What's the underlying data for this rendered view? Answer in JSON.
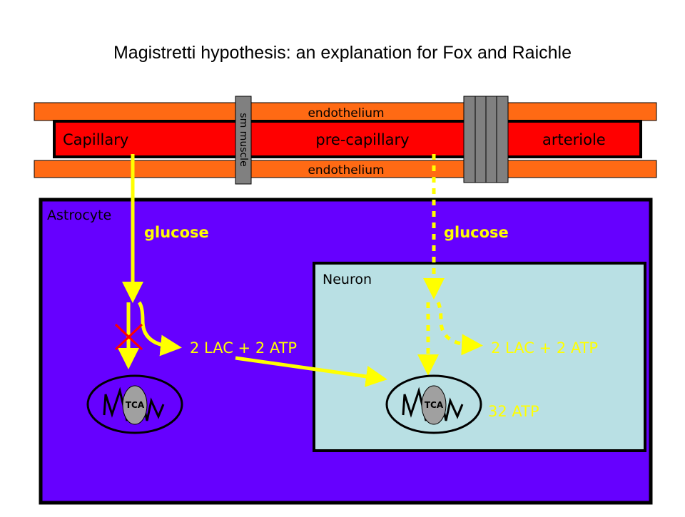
{
  "title": "Magistretti hypothesis: an explanation  for Fox and Raichle",
  "vessel": {
    "endothelium_top": "endothelium",
    "endothelium_bottom": "endothelium",
    "capillary": "Capillary",
    "pre_capillary": "pre-capillary",
    "arteriole": "arteriole",
    "sm_muscle": "sm muscle"
  },
  "astrocyte": {
    "label": "Astrocyte",
    "glucose": "glucose",
    "lactate_output": "2 LAC + 2 ATP",
    "tca": "TCA"
  },
  "neuron": {
    "label": "Neuron",
    "glucose": "glucose",
    "lactate_output": "2 LAC + 2 ATP",
    "tca": "TCA",
    "atp_output": "32 ATP"
  },
  "colors": {
    "endothelium": "#ff6a14",
    "vessel_lumen": "#ff0000",
    "astrocyte": "#6600ff",
    "neuron": "#b9e0e4",
    "arrow": "#ffff00",
    "inhibit_mark": "#ff0000",
    "mitochondrion_core": "#a0a0a0",
    "muscle": "#808080"
  }
}
